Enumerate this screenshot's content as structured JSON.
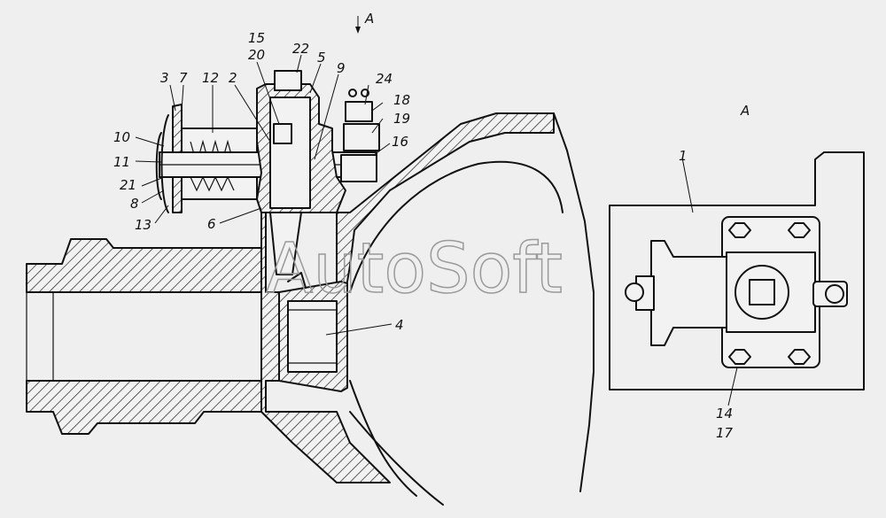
{
  "watermark": "AutoSoft",
  "view": {
    "arrow_label": "A",
    "view_title": "A"
  },
  "callouts": {
    "c1": "1",
    "c2": "2",
    "c3": "3",
    "c4": "4",
    "c5": "5",
    "c6": "6",
    "c7": "7",
    "c8": "8",
    "c9": "9",
    "c10": "10",
    "c11": "11",
    "c12": "12",
    "c13": "13",
    "c14": "14",
    "c15": "15",
    "c16": "16",
    "c17": "17",
    "c18": "18",
    "c19": "19",
    "c20": "20",
    "c21": "21",
    "c22": "22",
    "c24": "24"
  },
  "colors": {
    "line": "#111111",
    "background": "#efefef",
    "watermark": "#9a9a9a"
  }
}
